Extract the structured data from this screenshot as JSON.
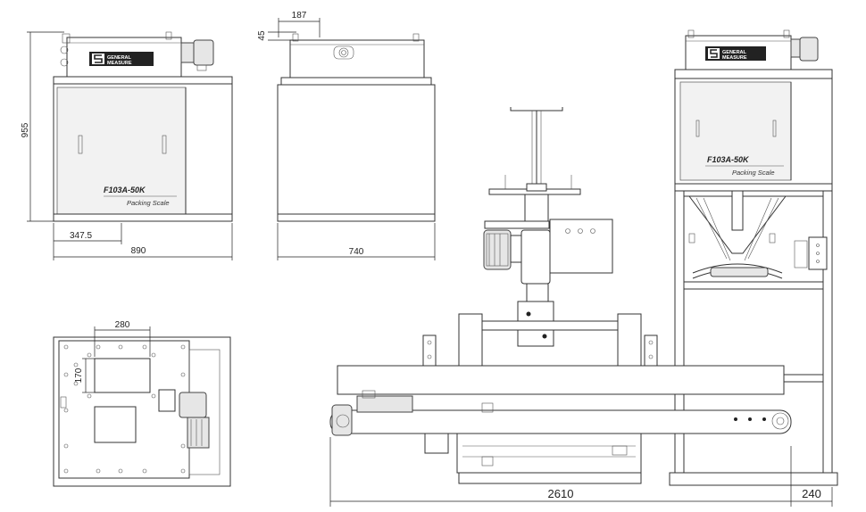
{
  "dimensions": {
    "front_height": "955",
    "front_offset": "347.5",
    "front_width": "890",
    "side_top_width": "187",
    "side_top_height": "45",
    "side_width": "740",
    "plan_opening_width": "280",
    "plan_opening_height": "170",
    "line_length": "2610",
    "line_extra": "240"
  },
  "labels": {
    "model_front": "F103A-50K",
    "subtitle_front": "Packing Scale",
    "model_right": "F103A-50K",
    "subtitle_right": "Packing Scale",
    "logo_line1": "GENERAL",
    "logo_line2": "MEASURE"
  }
}
